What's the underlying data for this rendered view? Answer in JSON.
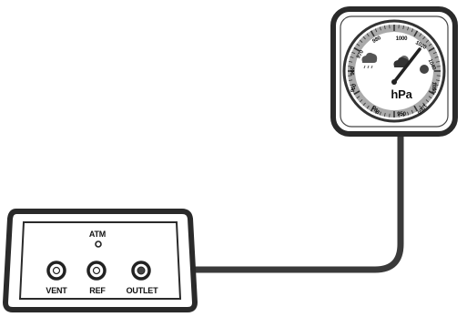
{
  "panel": {
    "atm_label": "ATM",
    "ports": [
      {
        "label": "VENT"
      },
      {
        "label": "REF"
      },
      {
        "label": "OUTLET"
      }
    ]
  },
  "gauge": {
    "unit_label": "hPa",
    "scale_labels": [
      "950",
      "960",
      "970",
      "980",
      "990",
      "1000",
      "1020",
      "1040",
      "1050",
      "1060",
      "950"
    ],
    "icons": [
      "cloud-rain-icon",
      "cloud-sun-icon",
      "sun-icon"
    ]
  }
}
